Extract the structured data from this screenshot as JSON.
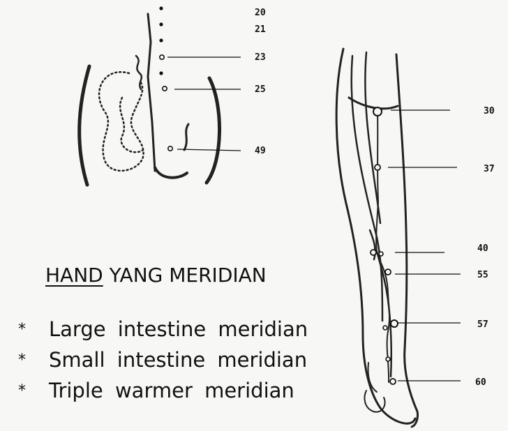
{
  "heading": {
    "underlined": "HAND",
    "rest": "YANG MERIDIAN"
  },
  "meridians": [
    {
      "bullet": "*",
      "label": "Large intestine meridian"
    },
    {
      "bullet": "*",
      "label": "Small intestine meridian"
    },
    {
      "bullet": "*",
      "label": "Triple warmer meridian"
    }
  ],
  "torso_points": [
    "20",
    "21",
    "23",
    "25",
    "49"
  ],
  "leg_points": [
    "30",
    "37",
    "40",
    "55",
    "57",
    "60"
  ]
}
